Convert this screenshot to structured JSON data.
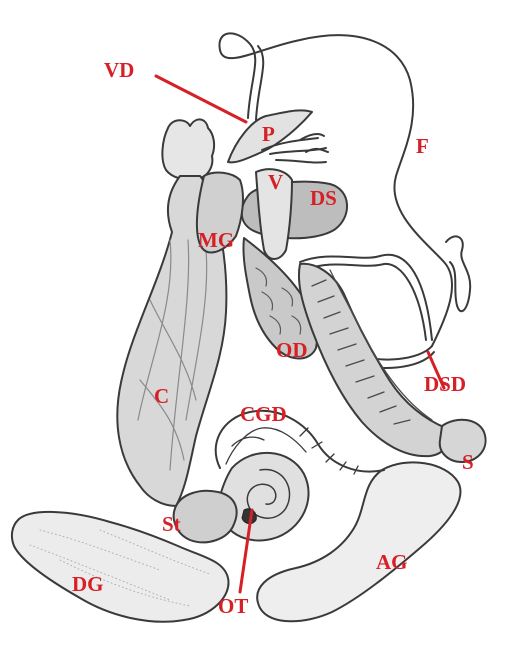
{
  "colors": {
    "label": "#d62026",
    "outline": "#3a3a3a",
    "fill_organ": "#dcdcdc",
    "fill_light": "#eeeeee",
    "fill_dark": "#c4c4c4"
  },
  "labels": {
    "vd": "VD",
    "p": "P",
    "f": "F",
    "v": "V",
    "ds": "DS",
    "mg": "MG",
    "od": "OD",
    "dsd": "DSD",
    "c": "C",
    "cgd": "CGD",
    "s": "S",
    "st": "St",
    "ag": "AG",
    "dg": "DG",
    "ot": "OT"
  }
}
